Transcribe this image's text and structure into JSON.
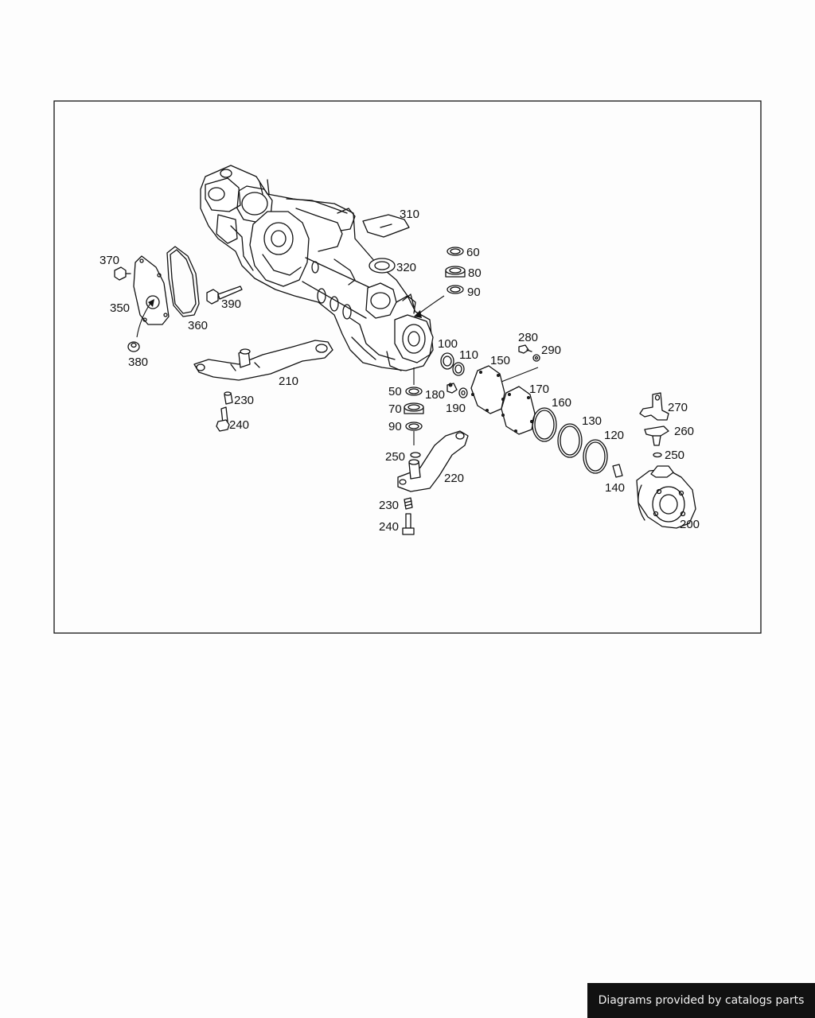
{
  "diagram": {
    "callouts": {
      "c310": "310",
      "c320": "320",
      "c60": "60",
      "c80": "80",
      "c90a": "90",
      "c370": "370",
      "c350": "350",
      "c360": "360",
      "c390": "390",
      "c380": "380",
      "c210": "210",
      "c230a": "230",
      "c240a": "240",
      "c100": "100",
      "c110": "110",
      "c150": "150",
      "c280": "280",
      "c290": "290",
      "c50": "50",
      "c180": "180",
      "c190": "190",
      "c170": "170",
      "c160": "160",
      "c70": "70",
      "c90b": "90",
      "c130": "130",
      "c120": "120",
      "c270": "270",
      "c260": "260",
      "c250a": "250",
      "c250b": "250",
      "c220": "220",
      "c140": "140",
      "c230b": "230",
      "c240b": "240",
      "c200": "200"
    }
  },
  "footer": {
    "credit": "Diagrams provided by catalogs parts"
  }
}
